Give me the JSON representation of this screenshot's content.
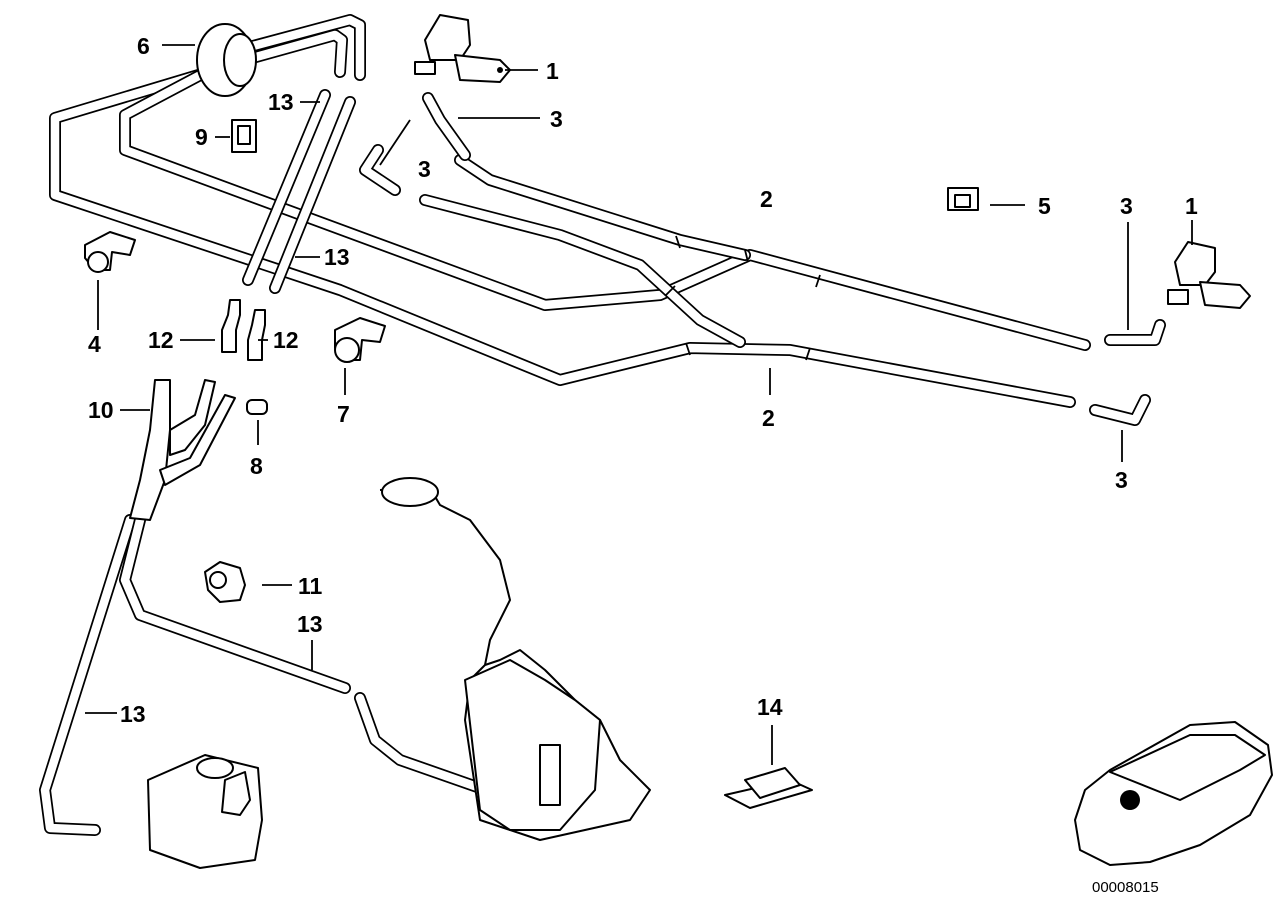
{
  "diagram": {
    "reference_number": "00008015",
    "callouts": [
      {
        "id": "c1a",
        "label": "1"
      },
      {
        "id": "c1b",
        "label": "1"
      },
      {
        "id": "c2a",
        "label": "2"
      },
      {
        "id": "c2b",
        "label": "2"
      },
      {
        "id": "c3a",
        "label": "3"
      },
      {
        "id": "c3b",
        "label": "3"
      },
      {
        "id": "c3c",
        "label": "3"
      },
      {
        "id": "c3d",
        "label": "3"
      },
      {
        "id": "c4",
        "label": "4"
      },
      {
        "id": "c5",
        "label": "5"
      },
      {
        "id": "c6",
        "label": "6"
      },
      {
        "id": "c7",
        "label": "7"
      },
      {
        "id": "c8",
        "label": "8"
      },
      {
        "id": "c9",
        "label": "9"
      },
      {
        "id": "c10",
        "label": "10"
      },
      {
        "id": "c11",
        "label": "11"
      },
      {
        "id": "c12a",
        "label": "12"
      },
      {
        "id": "c12b",
        "label": "12"
      },
      {
        "id": "c13a",
        "label": "13"
      },
      {
        "id": "c13b",
        "label": "13"
      },
      {
        "id": "c13c",
        "label": "13"
      },
      {
        "id": "c13d",
        "label": "13"
      },
      {
        "id": "c14",
        "label": "14"
      }
    ]
  }
}
